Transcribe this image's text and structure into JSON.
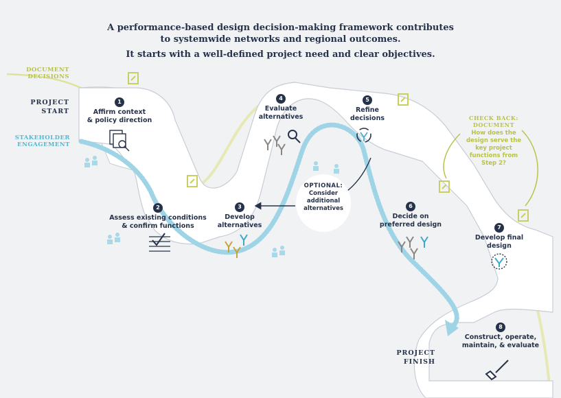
{
  "title": {
    "line1": "A performance-based design decision-making framework contributes",
    "line2": "to systemwide networks and regional outcomes.",
    "line3": "It starts with a well-defined project need and clear objectives."
  },
  "labels": {
    "document_decisions_1": "DOCUMENT",
    "document_decisions_2": "DECISIONS",
    "project_start_1": "PROJECT",
    "project_start_2": "START",
    "stakeholder_1": "STAKEHOLDER",
    "stakeholder_2": "ENGAGEMENT",
    "project_finish_1": "PROJECT",
    "project_finish_2": "FINISH"
  },
  "steps": [
    {
      "num": "1",
      "line1": "Affirm context",
      "line2": "& policy direction"
    },
    {
      "num": "2",
      "line1": "Assess existing conditions",
      "line2": "& confirm functions"
    },
    {
      "num": "3",
      "line1": "Develop",
      "line2": "alternatives"
    },
    {
      "num": "4",
      "line1": "Evaluate",
      "line2": "alternatives"
    },
    {
      "num": "5",
      "line1": "Refine",
      "line2": "decisions"
    },
    {
      "num": "6",
      "line1": "Decide on",
      "line2": "preferred design"
    },
    {
      "num": "7",
      "line1": "Develop final",
      "line2": "design"
    },
    {
      "num": "8",
      "line1": "Construct, operate,",
      "line2": "maintain, & evaluate"
    }
  ],
  "optional": {
    "head": "OPTIONAL:",
    "line1": "Consider",
    "line2": "additional",
    "line3": "alternatives"
  },
  "check_back": {
    "head1": "CHECK BACK:",
    "head2": "DOCUMENT",
    "line1": "How does the",
    "line2": "design serve the",
    "line3": "key project",
    "line4": "functions from",
    "line5": "Step 2?"
  },
  "colors": {
    "navy": "#26324a",
    "gold": "#b8c24a",
    "teal": "#55b8d3",
    "road": "#ffffff",
    "background": "#f1f2f3"
  }
}
